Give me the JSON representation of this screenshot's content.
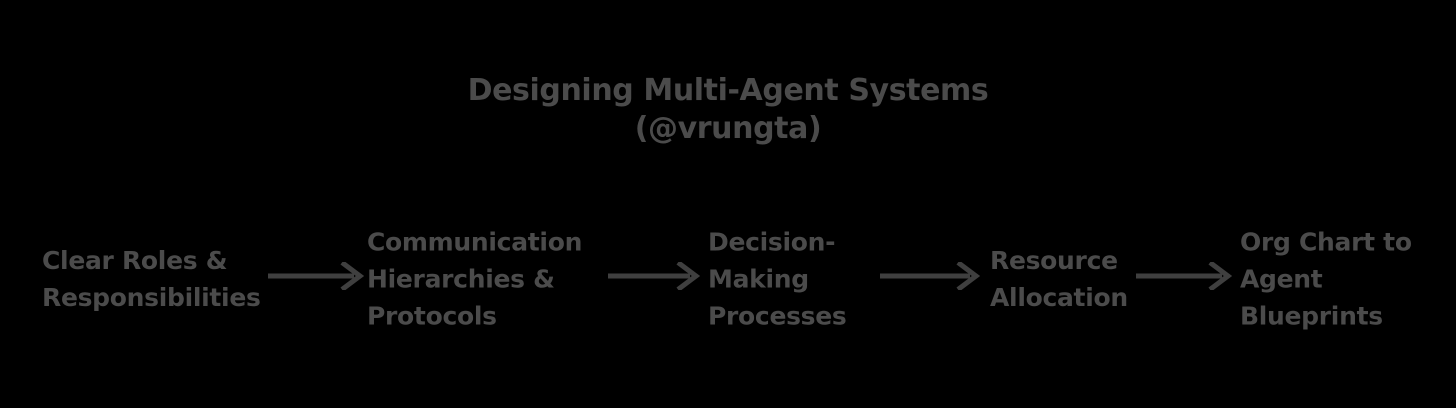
{
  "background_color": "#000000",
  "text_color": "#4b4b4b",
  "title": {
    "line1": "Designing Multi-Agent Systems",
    "line2": "(@vrungta)"
  },
  "flow": {
    "arrow_label": "arrow-right",
    "nodes": [
      {
        "id": "clear-roles-responsibilities",
        "lines": [
          "Clear Roles &",
          "Responsibilities"
        ]
      },
      {
        "id": "communication-hierarchies-protocols",
        "lines": [
          "Communication",
          "Hierarchies &",
          "Protocols"
        ]
      },
      {
        "id": "decision-making-processes",
        "lines": [
          "Decision-",
          "Making",
          "Processes"
        ]
      },
      {
        "id": "resource-allocation",
        "lines": [
          "Resource",
          "Allocation"
        ]
      },
      {
        "id": "org-chart-to-agent-blueprints",
        "lines": [
          "Org Chart to",
          "Agent",
          "Blueprints"
        ]
      }
    ]
  }
}
